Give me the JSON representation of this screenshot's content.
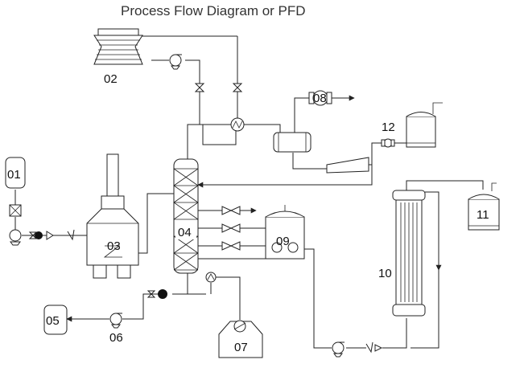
{
  "title": "Process Flow Diagram or PFD",
  "labels": {
    "u01": "01",
    "u02": "02",
    "u03": "03",
    "u04": "04",
    "u05": "05",
    "u06": "06",
    "u07": "07",
    "u08": "08",
    "u09": "09",
    "u10": "10",
    "u11": "11",
    "u12": "12"
  },
  "colors": {
    "stroke": "#222222",
    "background": "#ffffff",
    "title": "#333333"
  }
}
